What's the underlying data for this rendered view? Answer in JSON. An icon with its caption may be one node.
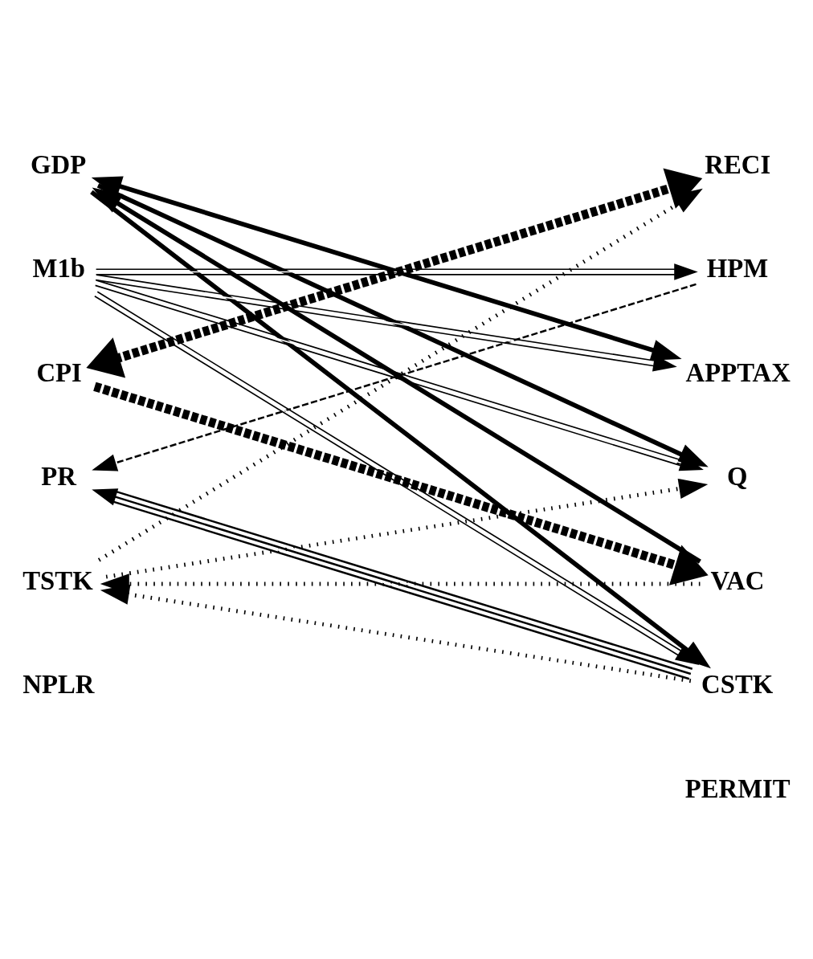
{
  "diagram": {
    "nodes": [
      {
        "text": [
          "RECI"
        ]
      },
      {
        "text": [
          "GDP"
        ]
      },
      {
        "text": [
          "HPM"
        ]
      },
      {
        "text": [
          "M1b"
        ]
      },
      {
        "text": [
          "APPTAX"
        ]
      },
      {
        "text": [
          "CPI"
        ]
      },
      {
        "text": [
          "Q"
        ]
      },
      {
        "text": [
          "PR"
        ]
      },
      {
        "text": [
          "VAC"
        ]
      },
      {
        "text": [
          "TSTK"
        ]
      },
      {
        "text": [
          "CSTK"
        ]
      },
      {
        "text": [
          "NPLR"
        ]
      },
      {
        "text": [
          "PERMIT"
        ]
      }
    ],
    "edges": [
      {
        "from": 1,
        "to": 4,
        "arrow": "both"
      },
      {
        "from": 1,
        "to": 6,
        "arrow": "to"
      },
      {
        "from": 8,
        "to": 1,
        "arrow": "to"
      },
      {
        "from": 1,
        "to": 10,
        "arrow": "to"
      },
      {
        "from": 3,
        "to": 2,
        "arrow": "to"
      },
      {
        "from": 3,
        "to": 4,
        "arrow": "to"
      },
      {
        "from": 3,
        "to": 6,
        "arrow": "to"
      },
      {
        "from": 3,
        "to": 10,
        "arrow": "to"
      },
      {
        "from": 5,
        "to": 0,
        "arrow": "both",
        "style": "dashed"
      },
      {
        "from": 5,
        "to": 8,
        "arrow": "to",
        "style": "dashed"
      },
      {
        "from": 2,
        "to": 7,
        "arrow": "to",
        "style": "dashed"
      },
      {
        "from": 9,
        "to": 0,
        "arrow": "to",
        "style": "dashed"
      },
      {
        "from": 9,
        "to": 6,
        "arrow": "to",
        "style": "dashed"
      },
      {
        "from": 8,
        "to": 9,
        "arrow": "to",
        "style": "dashed"
      },
      {
        "from": 10,
        "to": 9,
        "arrow": "to",
        "style": "dashed"
      },
      {
        "from": 10,
        "to": 7,
        "arrow": "to"
      }
    ]
  }
}
